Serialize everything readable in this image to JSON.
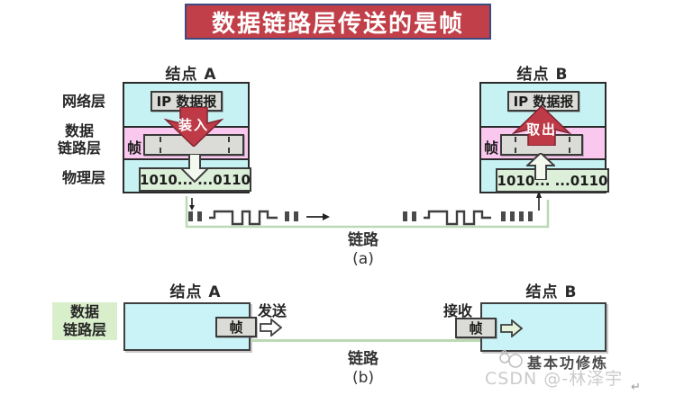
{
  "title": "数据链路层传送的是帧",
  "colors": {
    "banner_red": "#c13f48",
    "banner_border": "#3b4a80",
    "layer_cyan": "#c7f2f3",
    "layer_pink": "#fac7ef",
    "box_gray": "#dbdbd7",
    "box_green": "#dcefd8",
    "arrow_red": "#bf3a47",
    "link_green": "#bcd9b4"
  },
  "diagram_a": {
    "layers": {
      "network": "网络层",
      "datalink_line1": "数据",
      "datalink_line2": "链路层",
      "physical": "物理层"
    },
    "node_a": {
      "title": "结点 A",
      "ip_label": "IP 数据报",
      "action": "装入",
      "frame_label": "帧",
      "bits": "1010...  ...0110"
    },
    "node_b": {
      "title": "结点 B",
      "ip_label": "IP 数据报",
      "action": "取出",
      "frame_label": "帧",
      "bits": "1010...  ...0110"
    },
    "link_label": "链路",
    "caption": "(a)"
  },
  "diagram_b": {
    "layer_tag_line1": "数据",
    "layer_tag_line2": "链路层",
    "node_a": {
      "title": "结点 A",
      "frame_label": "帧",
      "action": "发送"
    },
    "node_b": {
      "title": "结点 B",
      "frame_label": "帧",
      "action": "接收"
    },
    "link_label": "链路",
    "caption": "(b)"
  },
  "watermark": {
    "brand": "基本功修炼",
    "credit": "CSDN @-林泽宇",
    "return_mark": "↵"
  }
}
